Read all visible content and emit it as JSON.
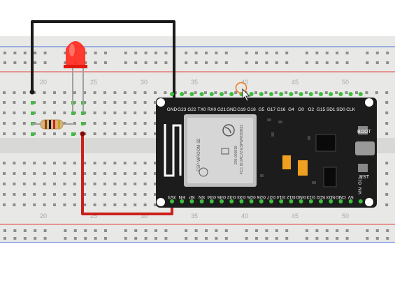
{
  "breadboard": {
    "column_numbers_top": [
      "20",
      "25",
      "30",
      "35",
      "40",
      "45",
      "50"
    ],
    "column_numbers_bottom": [
      "20",
      "25",
      "30",
      "35",
      "40",
      "45",
      "50"
    ]
  },
  "board": {
    "module_marking_1": "ESP-WROOM-32",
    "module_marking_2": "FCC ID:2AC7Z-ESPWROOM32",
    "module_marking_3": "205-000519",
    "button_boot": "BOOT",
    "button_rst": "RST",
    "top_pins": [
      "GND",
      "G23",
      "G22",
      "TX0",
      "RX0",
      "G21",
      "GND",
      "G19",
      "G18",
      "G5",
      "G17",
      "G16",
      "G4",
      "G0",
      "G2",
      "G15",
      "SD1",
      "SD0",
      "CLK"
    ],
    "bottom_pins": [
      "3V3",
      "EN",
      "SP",
      "SN",
      "G34",
      "G35",
      "G32",
      "G33",
      "G25",
      "G26",
      "G27",
      "G14",
      "G12",
      "GND",
      "G13",
      "SD2",
      "SD3",
      "CMD",
      "5V"
    ],
    "side_label": "G11",
    "side_label_2": "VIN"
  },
  "colors": {
    "wire_black": "#1a1a1a",
    "wire_red": "#cc1f1a",
    "wire_dark_red": "#8b0000",
    "pin_green": "#3bbf3b",
    "led_red": "#ff2a1f",
    "board_black": "#1c1c1c",
    "rail_blue": "#4a6fd8",
    "rail_red": "#e04040",
    "cursor_ring": "#f07c1e"
  },
  "icons": {
    "cursor": "mouse-pointer-icon",
    "ring": "click-target-ring-icon"
  }
}
